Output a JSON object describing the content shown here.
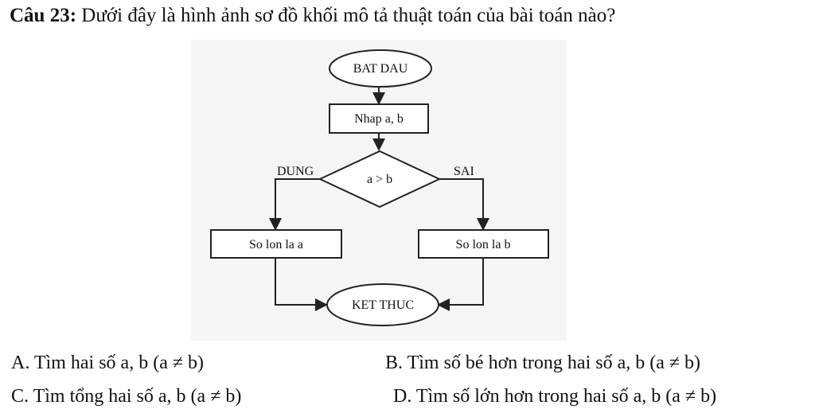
{
  "question": {
    "number": "Câu 23:",
    "text": "Dưới đây là hình ảnh sơ đồ khối mô tả thuật toán của bài toán nào?"
  },
  "flowchart": {
    "start": "BAT DAU",
    "input": "Nhap a, b",
    "condition": "a > b",
    "true_label": "DUNG",
    "false_label": "SAI",
    "true_branch": "So lon la a",
    "false_branch": "So lon la b",
    "end": "KET THUC",
    "colors": {
      "background": "#f5f5f5",
      "stroke": "#222222",
      "fill": "#ffffff"
    }
  },
  "options": {
    "A": "A. Tìm hai số a, b (a ≠ b)",
    "B": "B. Tìm số bé hơn trong hai số a, b (a ≠ b)",
    "C": "C. Tìm tổng hai số a, b (a ≠ b)",
    "D": "D. Tìm số lớn hơn trong hai số a, b (a ≠ b)"
  }
}
